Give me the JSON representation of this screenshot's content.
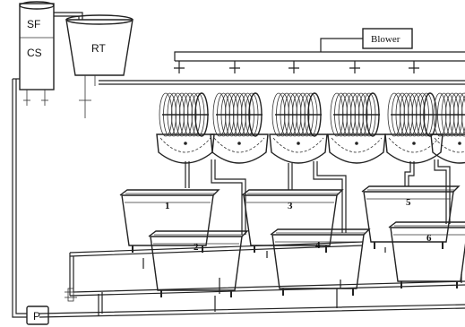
{
  "labels": {
    "sand_filter_top": "SF",
    "sand_filter_bottom": "CS",
    "reservoir_tank": "RT",
    "blower": "Blower",
    "pump": "P"
  },
  "tanks": [
    "1",
    "2",
    "3",
    "4",
    "5",
    "6"
  ],
  "rotating_contactor_count": 6
}
